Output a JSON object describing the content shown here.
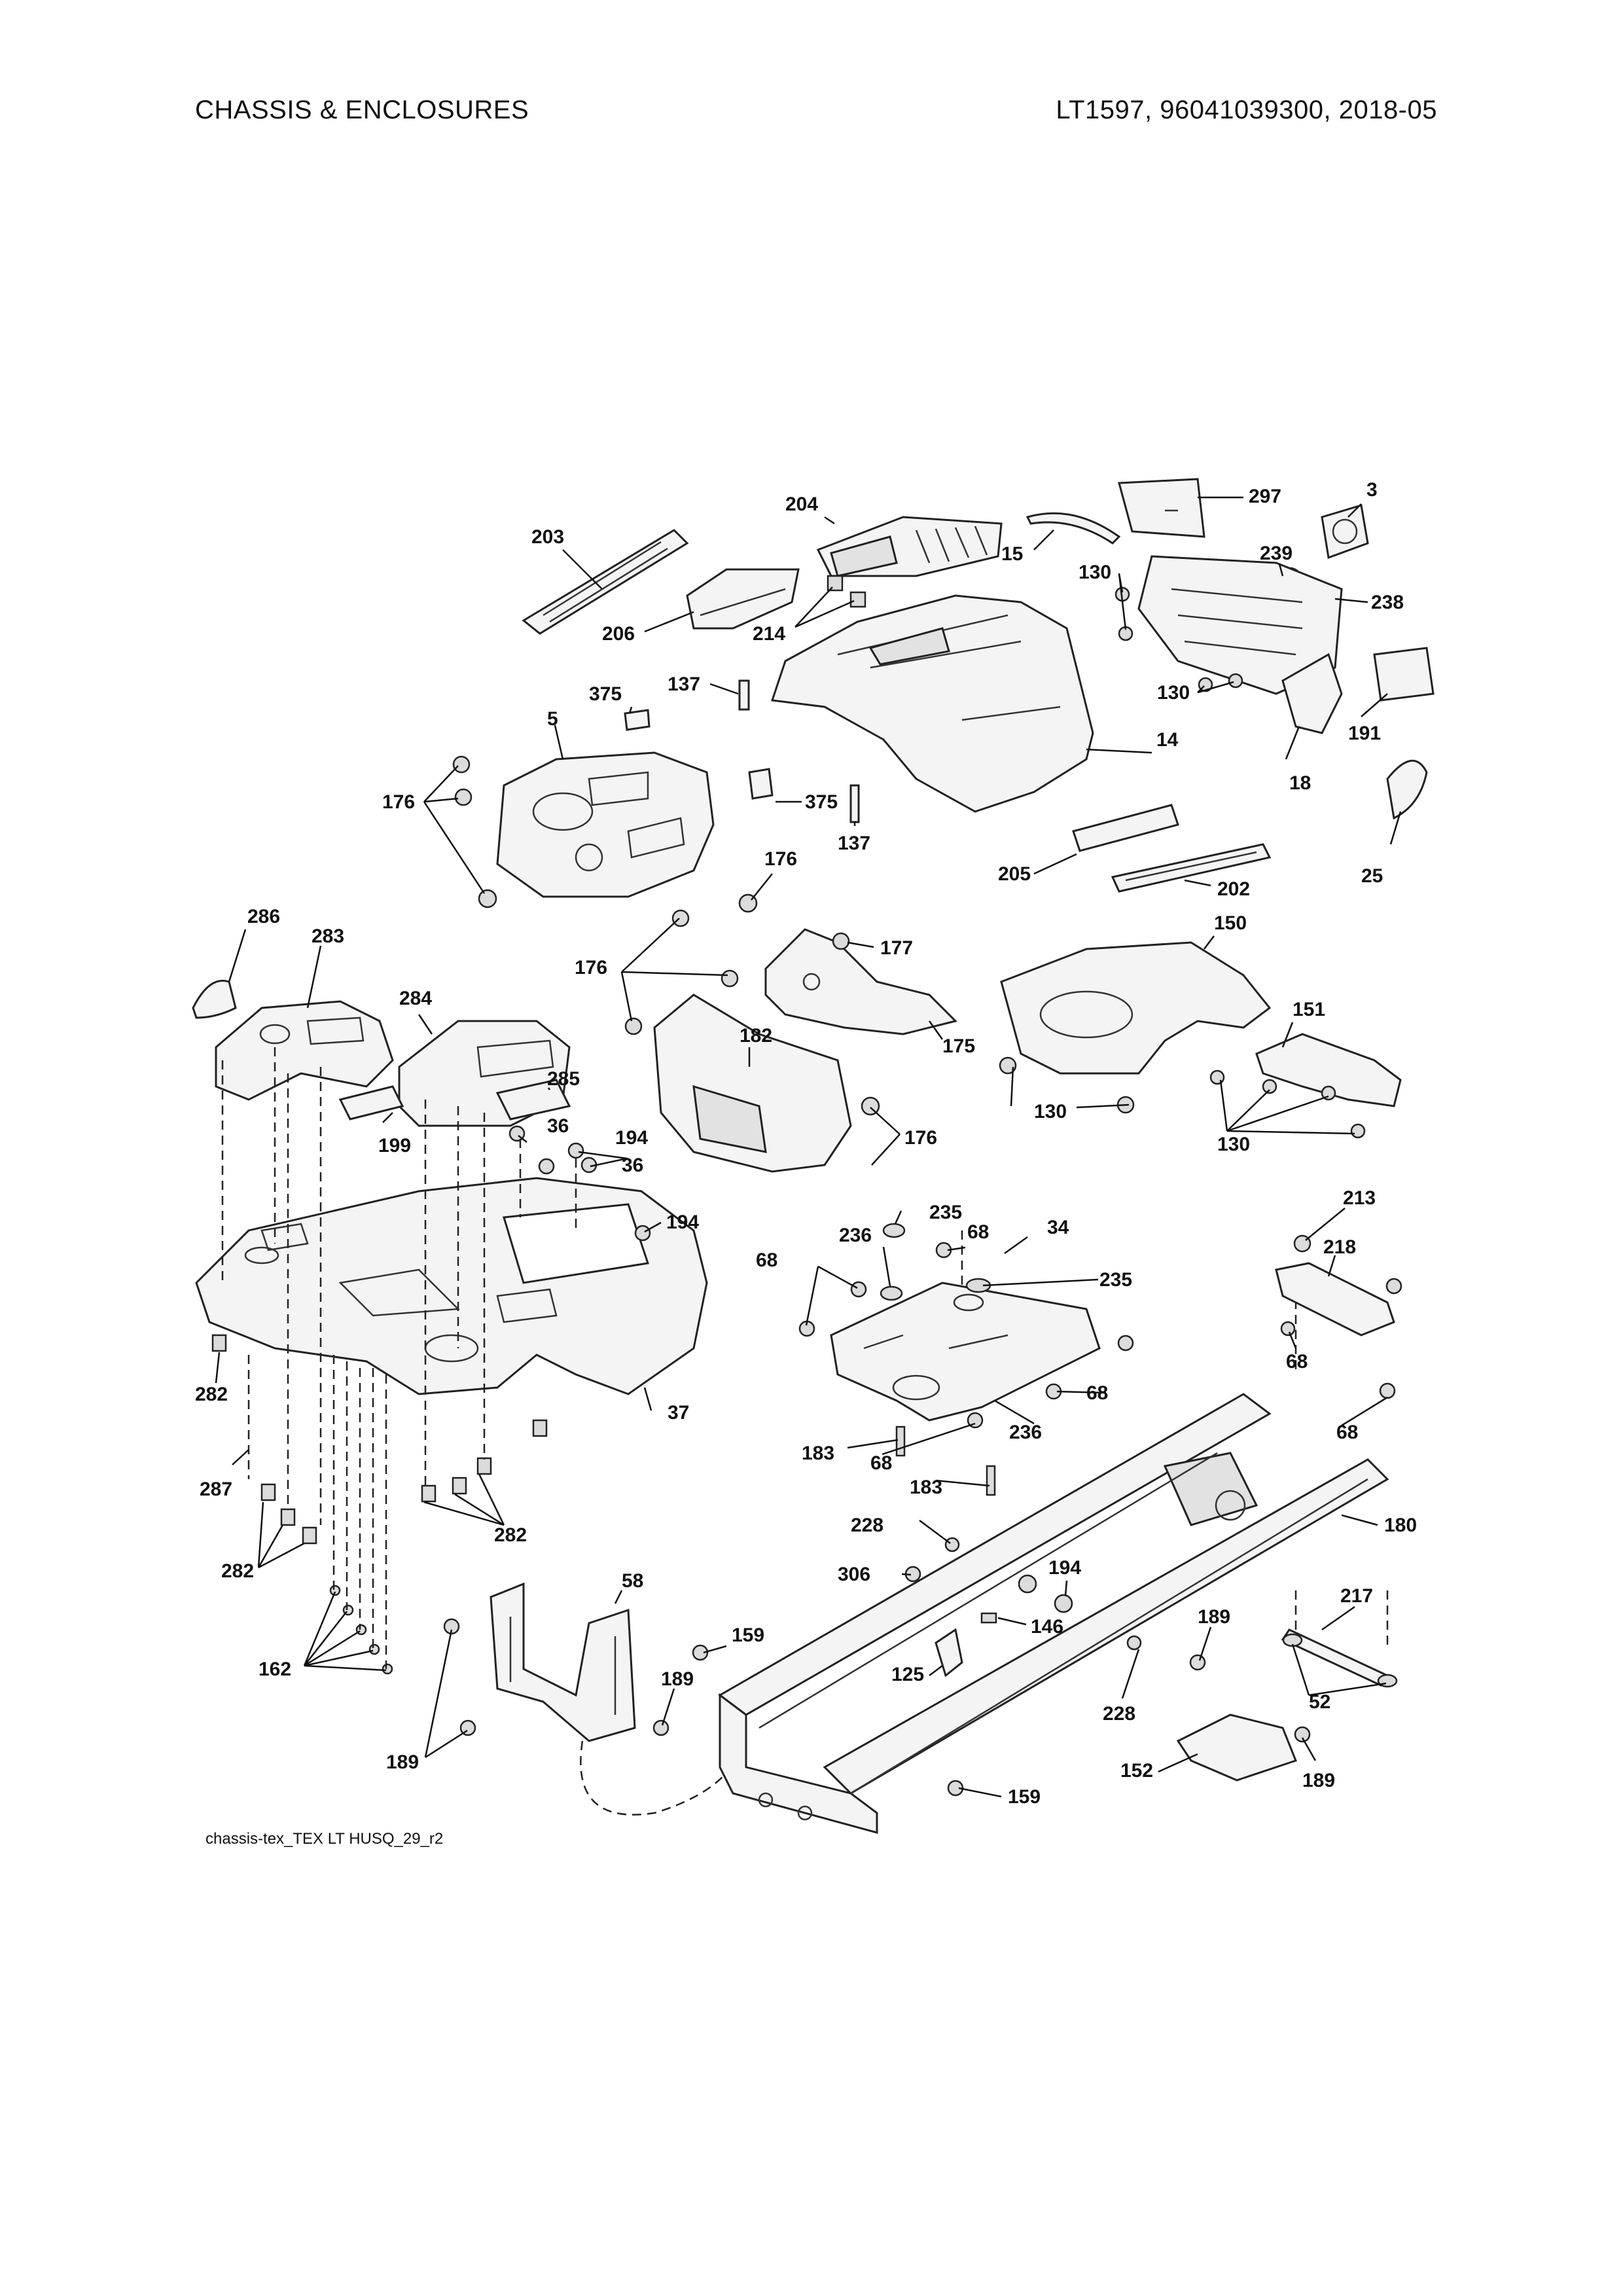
{
  "header": {
    "section_title": "CHASSIS & ENCLOSURES",
    "model_info": "LT1597, 96041039300, 2018-05"
  },
  "footer": {
    "diagram_id": "chassis-tex_TEX LT HUSQ_29_r2"
  },
  "callouts": {
    "c297": "297",
    "c3": "3",
    "c204": "204",
    "c203": "203",
    "c15": "15",
    "c239": "239",
    "c130a": "130",
    "c238": "238",
    "c206": "206",
    "c214": "214",
    "c130b": "130",
    "c191": "191",
    "c137a": "137",
    "c375a": "375",
    "c5": "5",
    "c14": "14",
    "c18": "18",
    "c176a": "176",
    "c375b": "375",
    "c137b": "137",
    "c176b": "176",
    "c205": "205",
    "c202": "202",
    "c25": "25",
    "c286": "286",
    "c283": "283",
    "c150": "150",
    "c177": "177",
    "c176c": "176",
    "c284": "284",
    "c151": "151",
    "c175": "175",
    "c182": "182",
    "c285": "285",
    "c176d": "176",
    "c130c": "130",
    "c130d": "130",
    "c36a": "36",
    "c194a": "194",
    "c36b": "36",
    "c199": "199",
    "c194b": "194",
    "c235a": "235",
    "c213": "213",
    "c236a": "236",
    "c68a": "68",
    "c34": "34",
    "c218": "218",
    "c68b": "68",
    "c235b": "235",
    "c68c": "68",
    "c68d": "68",
    "c282a": "282",
    "c37": "37",
    "c68e": "68",
    "c236b": "236",
    "c183a": "183",
    "c68f": "68",
    "c183b": "183",
    "c287": "287",
    "c228a": "228",
    "c180": "180",
    "c282b": "282",
    "c282c": "282",
    "c306": "306",
    "c194c": "194",
    "c58": "58",
    "c217": "217",
    "c146": "146",
    "c159a": "159",
    "c189a": "189",
    "c162": "162",
    "c125": "125",
    "c189b": "189",
    "c228b": "228",
    "c52": "52",
    "c189c": "189",
    "c152": "152",
    "c189d": "189",
    "c159b": "159"
  }
}
